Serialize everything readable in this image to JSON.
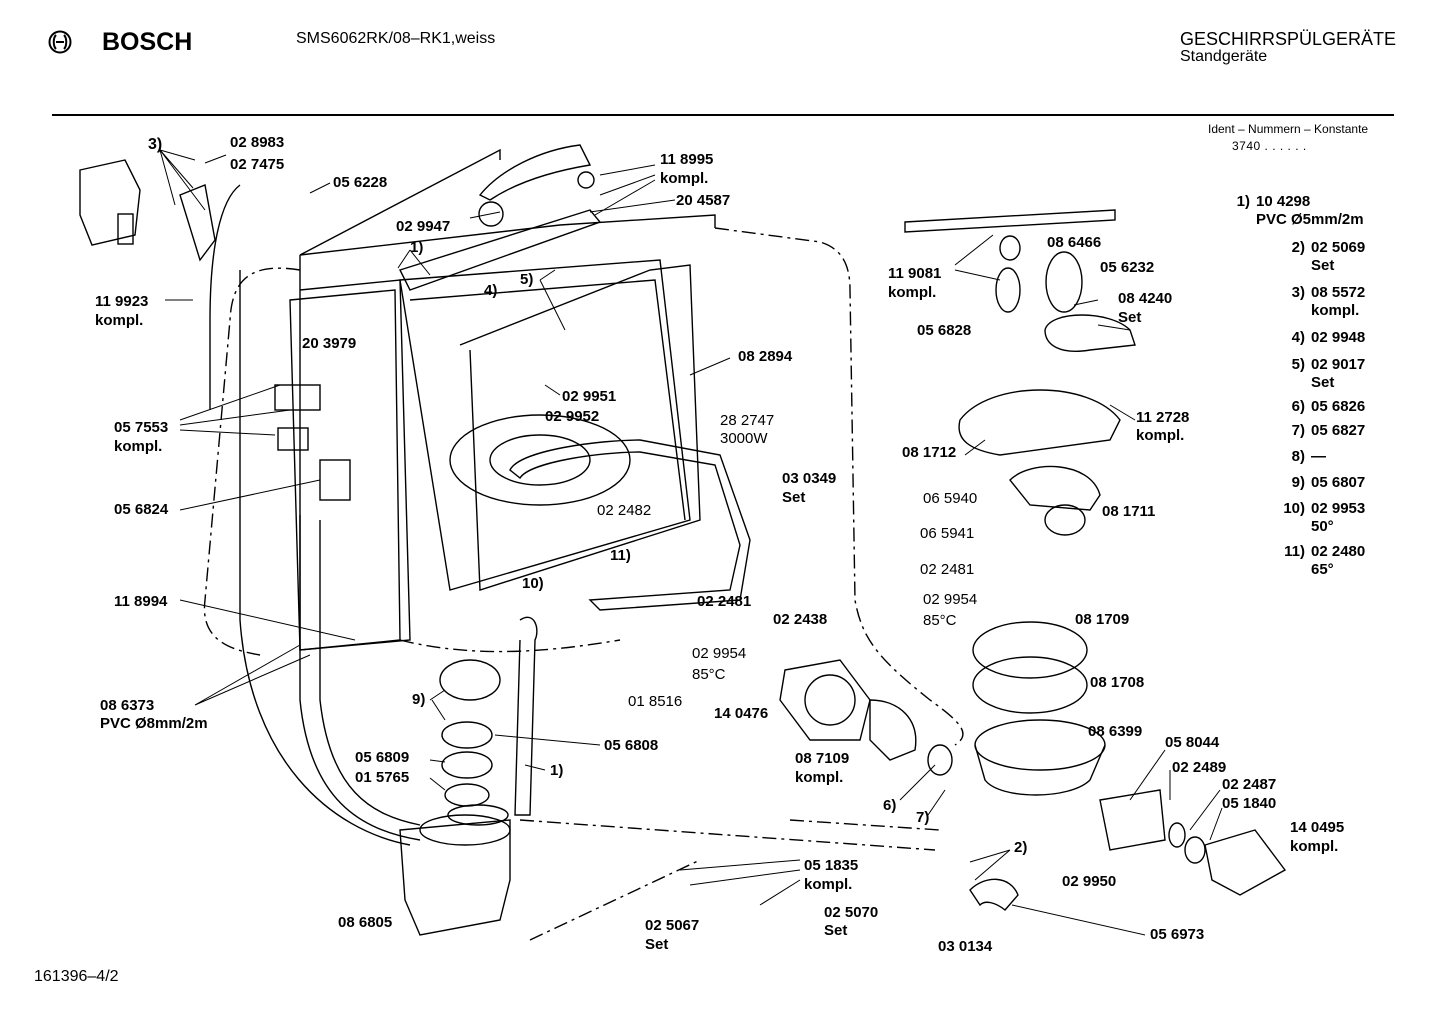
{
  "header": {
    "brand": "BOSCH",
    "model": "SMS6062RK/08–RK1,weiss",
    "category": "GESCHIRRSPÜLGERÄTE",
    "subcategory": "Standgeräte"
  },
  "ident": {
    "title": "Ident – Nummern – Konstante",
    "value": "3740 . . . . . ."
  },
  "legend": [
    {
      "key": "1)",
      "line1": "10 4298",
      "line2": "PVC Ø5mm/2m"
    },
    {
      "key": "2)",
      "line1": "02 5069",
      "line2": "Set"
    },
    {
      "key": "3)",
      "line1": "08 5572",
      "line2": "kompl."
    },
    {
      "key": "4)",
      "line1": "02 9948",
      "line2": ""
    },
    {
      "key": "5)",
      "line1": "02 9017",
      "line2": "Set"
    },
    {
      "key": "6)",
      "line1": "05 6826",
      "line2": ""
    },
    {
      "key": "7)",
      "line1": "05 6827",
      "line2": ""
    },
    {
      "key": "8)",
      "line1": "—",
      "line2": ""
    },
    {
      "key": "9)",
      "line1": "05 6807",
      "line2": ""
    },
    {
      "key": "10)",
      "line1": "02 9953",
      "line2": "50°"
    },
    {
      "key": "11)",
      "line1": "02 2480",
      "line2": "65°"
    }
  ],
  "labels": {
    "l_3": "3)",
    "l_028983": "02 8983",
    "l_027475": "02 7475",
    "l_056228": "05 6228",
    "l_118995": "11 8995",
    "l_118995_k": "kompl.",
    "l_204587": "20 4587",
    "l_029947": "02 9947",
    "l_1": "1)",
    "l_4": "4)",
    "l_5": "5)",
    "l_119923": "11 9923",
    "l_119923_k": "kompl.",
    "l_203979": "20 3979",
    "l_082894": "08 2894",
    "l_029951": "02 9951",
    "l_029952": "02 9952",
    "l_057553": "05 7553",
    "l_057553_k": "kompl.",
    "l_282747": "28 2747",
    "l_3000w": "3000W",
    "l_056824": "05 6824",
    "l_030349": "03 0349",
    "l_030349_s": "Set",
    "l_022482": "02 2482",
    "l_11": "11)",
    "l_10": "10)",
    "l_118994": "11 8994",
    "l_022481a": "02 2481",
    "l_029954a": "02 9954",
    "l_85ca": "85°C",
    "l_018516": "01 8516",
    "l_086373": "08 6373",
    "l_pvc8": "PVC Ø8mm/2m",
    "l_9": "9)",
    "l_056808": "05 6808",
    "l_056809": "05 6809",
    "l_015765": "01 5765",
    "l_1b": "1)",
    "l_086805": "08 6805",
    "l_022438": "02 2438",
    "l_140476": "14 0476",
    "l_087109": "08 7109",
    "l_087109_k": "kompl.",
    "l_6": "6)",
    "l_7": "7)",
    "l_051835": "05 1835",
    "l_051835_k": "kompl.",
    "l_025067": "02 5067",
    "l_025067_s": "Set",
    "l_025070": "02 5070",
    "l_025070_s": "Set",
    "l_119081": "11 9081",
    "l_119081_k": "kompl.",
    "l_086466": "08 6466",
    "l_056232": "05 6232",
    "l_084240": "08 4240",
    "l_084240_s": "Set",
    "l_056828": "05 6828",
    "l_112728": "11 2728",
    "l_112728_k": "kompl.",
    "l_081712": "08 1712",
    "l_065940": "06 5940",
    "l_065941": "06 5941",
    "l_022481b": "02 2481",
    "l_029954b": "02 9954",
    "l_85cb": "85°C",
    "l_081711": "08 1711",
    "l_081709": "08 1709",
    "l_081708": "08 1708",
    "l_086399": "08 6399",
    "l_058044": "05 8044",
    "l_022489": "02 2489",
    "l_022487": "02 2487",
    "l_051840": "05 1840",
    "l_140495": "14 0495",
    "l_140495_k": "kompl.",
    "l_2": "2)",
    "l_029950": "02 9950",
    "l_030134": "03 0134",
    "l_056973": "05 6973"
  },
  "footer": {
    "code": "161396–4/2"
  }
}
